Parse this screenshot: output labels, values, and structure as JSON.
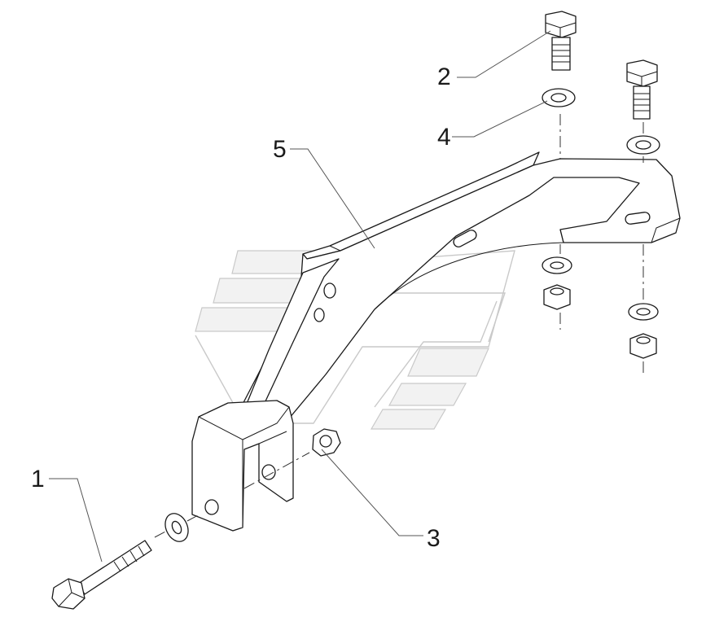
{
  "diagram": {
    "type": "exploded-parts-view",
    "callouts": [
      {
        "id": "1",
        "label": "1"
      },
      {
        "id": "2",
        "label": "2"
      },
      {
        "id": "3",
        "label": "3"
      },
      {
        "id": "4",
        "label": "4"
      },
      {
        "id": "5",
        "label": "5"
      }
    ]
  }
}
